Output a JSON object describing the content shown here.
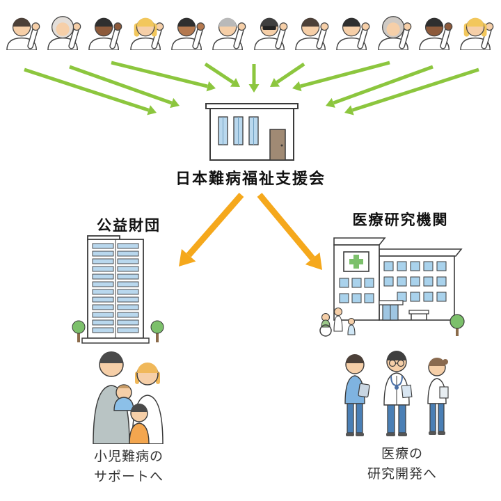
{
  "diagram": {
    "center_label": "日本難病福祉支援会",
    "left": {
      "heading": "公益財団",
      "caption": [
        "小児難病の",
        "サポートへ"
      ]
    },
    "right": {
      "heading": "医療研究機関",
      "caption": [
        "医療の",
        "研究開発へ"
      ]
    }
  },
  "colors": {
    "background": "#ffffff",
    "green_arrow": "#8cc63e",
    "orange_arrow": "#f5a81c",
    "window_blue": "#b9d8ee",
    "tree_green": "#7cc06b",
    "outline": "#3a3a3a"
  },
  "people": [
    {
      "skin": "#f6cfa8",
      "hair": "#4c4038",
      "style": "plain"
    },
    {
      "skin": "#f6cfa8",
      "hair": "#e3ded9",
      "style": "hijab"
    },
    {
      "skin": "#8d5a3b",
      "hair": "#2f2f2f",
      "style": "plain"
    },
    {
      "skin": "#f6cfa8",
      "hair": "#f2c75c",
      "style": "long"
    },
    {
      "skin": "#b5794f",
      "hair": "#2f2f2f",
      "style": "plain"
    },
    {
      "skin": "#f6cfa8",
      "hair": "#b9b9b9",
      "style": "plain"
    },
    {
      "skin": "#f6cfa8",
      "hair": "#3f3f3f",
      "style": "sunglasses"
    },
    {
      "skin": "#f6cfa8",
      "hair": "#4c4038",
      "style": "plain"
    },
    {
      "skin": "#f6cfa8",
      "hair": "#2f2f2f",
      "style": "plain"
    },
    {
      "skin": "#f6cfa8",
      "hair": "#cfcac5",
      "style": "hijab"
    },
    {
      "skin": "#8d5a3b",
      "hair": "#2f2f2f",
      "style": "plain"
    },
    {
      "skin": "#f6cfa8",
      "hair": "#f2c75c",
      "style": "long"
    }
  ]
}
